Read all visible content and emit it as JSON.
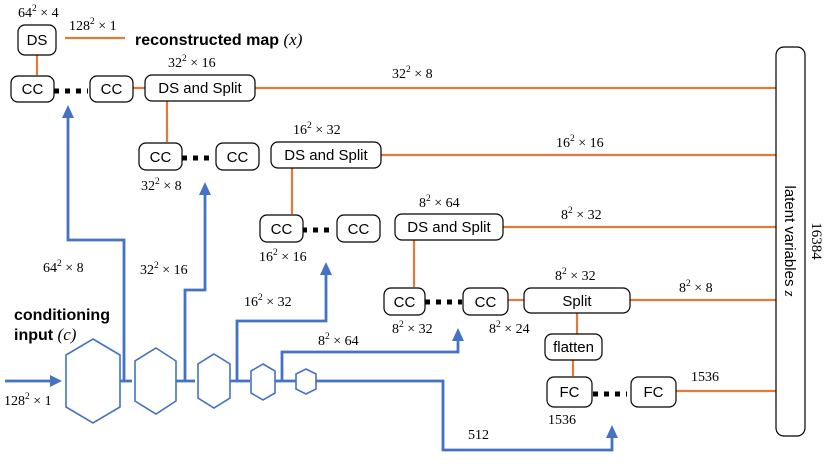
{
  "boxes": {
    "ds_top": "DS",
    "cc": "CC",
    "ds_split": "DS and Split",
    "split": "Split",
    "flatten": "flatten",
    "fc": "FC"
  },
  "labels": {
    "ds_in_base": "64",
    "ds_in_exp": "2",
    "ds_in_rest": " × 4",
    "ds_out_base": "128",
    "ds_out_exp": "2",
    "ds_out_rest": " × 1",
    "reconstructed_text": "reconstructed map ",
    "reconstructed_var": "(x)",
    "l1_in_base": "32",
    "l1_in_exp": "2",
    "l1_in_rest": " × 16",
    "l1_out_base": "32",
    "l1_out_exp": "2",
    "l1_out_rest": " × 8",
    "l2_in_base": "16",
    "l2_in_exp": "2",
    "l2_in_rest": " × 32",
    "l2_out_base": "16",
    "l2_out_exp": "2",
    "l2_out_rest": " × 16",
    "l2_cc_base": "32",
    "l2_cc_exp": "2",
    "l2_cc_rest": " × 8",
    "l3_in_base": "8",
    "l3_in_exp": "2",
    "l3_in_rest": " × 64",
    "l3_out_base": "8",
    "l3_out_exp": "2",
    "l3_out_rest": " × 32",
    "l3_cc_base": "16",
    "l3_cc_exp": "2",
    "l3_cc_rest": " × 16",
    "l4_in_base": "8",
    "l4_in_exp": "2",
    "l4_in_rest": " × 32",
    "l4_out_base": "8",
    "l4_out_exp": "2",
    "l4_out_rest": " × 8",
    "l4_cc_base": "8",
    "l4_cc_exp": "2",
    "l4_cc_rest": " × 32",
    "l4_cc2_base": "8",
    "l4_cc2_exp": "2",
    "l4_cc2_rest": " × 24",
    "fc_out": "1536",
    "fc_below": "1536",
    "enc1_base": "64",
    "enc1_exp": "2",
    "enc1_rest": " × 8",
    "enc2_base": "32",
    "enc2_exp": "2",
    "enc2_rest": " × 16",
    "enc3_base": "16",
    "enc3_exp": "2",
    "enc3_rest": " × 32",
    "enc4_base": "8",
    "enc4_exp": "2",
    "enc4_rest": " × 64",
    "enc5": "512",
    "cond_line1": "conditioning",
    "cond_line2": "input ",
    "cond_var": "(c)",
    "input_base": "128",
    "input_exp": "2",
    "input_rest": " × 1",
    "latent_label": "latent variables ",
    "latent_var": "z",
    "latent_count": "16384"
  },
  "colors": {
    "orange": "#e07b39",
    "blue": "#4472c4"
  }
}
